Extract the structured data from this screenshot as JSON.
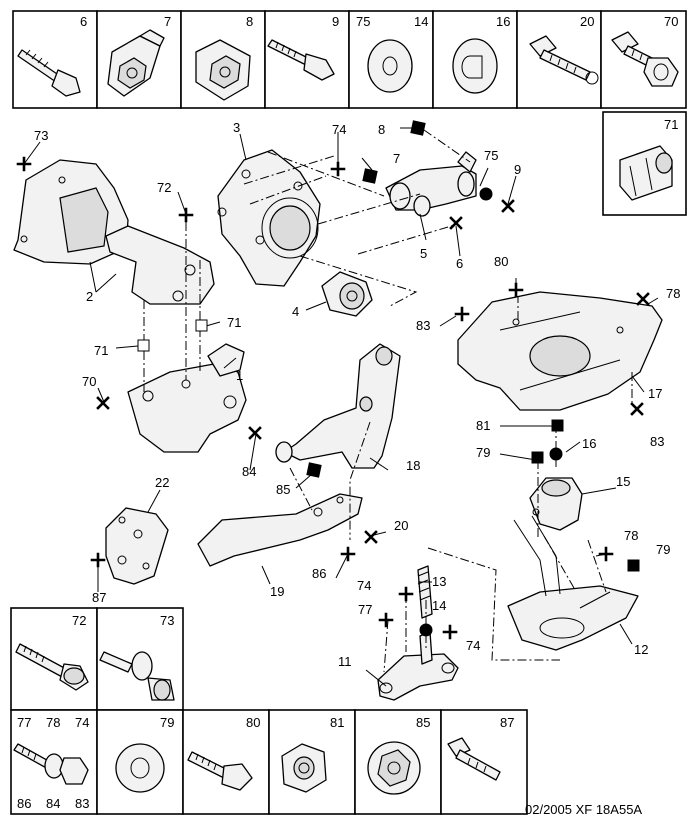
{
  "top_row": [
    {
      "id": "thumb-6",
      "labels": [
        "6"
      ],
      "icon": "bolt-icon"
    },
    {
      "id": "thumb-7",
      "labels": [
        "7"
      ],
      "icon": "cage-nut-clip-icon"
    },
    {
      "id": "thumb-8",
      "labels": [
        "8"
      ],
      "icon": "cage-nut-plate-icon"
    },
    {
      "id": "thumb-9",
      "labels": [
        "9"
      ],
      "icon": "bolt-icon"
    },
    {
      "id": "thumb-75-14",
      "labels": [
        "75",
        "14"
      ],
      "icon": "washer-icon"
    },
    {
      "id": "thumb-16",
      "labels": [
        "16"
      ],
      "icon": "d-washer-icon"
    },
    {
      "id": "thumb-20",
      "labels": [
        "20"
      ],
      "icon": "flange-bolt-icon"
    },
    {
      "id": "thumb-70",
      "labels": [
        "70"
      ],
      "icon": "bolt-with-washer-icon"
    }
  ],
  "side_box": {
    "labels": [
      "71"
    ],
    "icon": "bushing-sleeve-icon"
  },
  "bottom_row": [
    {
      "id": "thumb-72",
      "labels": [
        "72"
      ],
      "icon": "long-flange-bolt-icon"
    },
    {
      "id": "thumb-73",
      "labels": [
        "73"
      ],
      "icon": "stud-with-sleeve-icon"
    },
    {
      "id": "thumb-77-86",
      "labels": [
        "77",
        "78",
        "74",
        "86",
        "84",
        "83"
      ],
      "icon": "bolt-washer-nut-icon"
    },
    {
      "id": "thumb-79",
      "labels": [
        "79"
      ],
      "icon": "flat-washer-icon"
    },
    {
      "id": "thumb-80",
      "labels": [
        "80"
      ],
      "icon": "self-tapping-screw-icon"
    },
    {
      "id": "thumb-81",
      "labels": [
        "81"
      ],
      "icon": "hex-nut-icon"
    },
    {
      "id": "thumb-85",
      "labels": [
        "85"
      ],
      "icon": "flange-washer-icon"
    },
    {
      "id": "thumb-87",
      "labels": [
        "87"
      ],
      "icon": "screw-icon"
    }
  ],
  "callouts": {
    "c1": "1",
    "c2": "2",
    "c3": "3",
    "c4": "4",
    "c5": "5",
    "c6": "6",
    "c7": "7",
    "c8": "8",
    "c9": "9",
    "c11": "11",
    "c12": "12",
    "c13": "13",
    "c14": "14",
    "c15": "15",
    "c16": "16",
    "c17": "17",
    "c18": "18",
    "c19": "19",
    "c20": "20",
    "c22": "22",
    "c70": "70",
    "c71a": "71",
    "c71b": "71",
    "c72": "72",
    "c73": "73",
    "c74a": "74",
    "c74b": "74",
    "c74c": "74",
    "c75": "75",
    "c77": "77",
    "c78a": "78",
    "c78b": "78",
    "c79a": "79",
    "c79b": "79",
    "c80": "80",
    "c81": "81",
    "c83a": "83",
    "c83b": "83",
    "c84": "84",
    "c85": "85",
    "c86": "86",
    "c87": "87"
  },
  "footer": {
    "code": "02/2005  XF 18A55A"
  }
}
